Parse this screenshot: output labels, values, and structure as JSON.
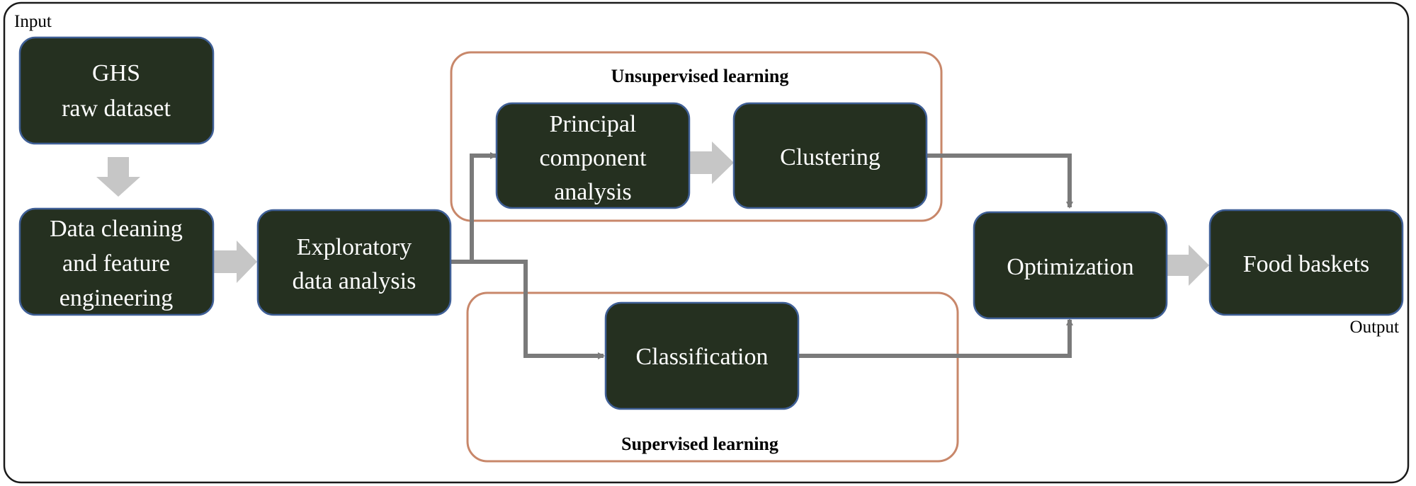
{
  "frame": {
    "input_label": "Input",
    "output_label": "Output"
  },
  "groups": {
    "unsupervised": {
      "label": "Unsupervised learning"
    },
    "supervised": {
      "label": "Supervised learning"
    }
  },
  "nodes": {
    "ghs": {
      "lines": [
        "GHS",
        "raw dataset"
      ]
    },
    "cleaning": {
      "lines": [
        "Data cleaning",
        "and feature",
        "engineering"
      ]
    },
    "eda": {
      "lines": [
        "Exploratory",
        "data analysis"
      ]
    },
    "pca": {
      "lines": [
        "Principal",
        "component",
        "analysis"
      ]
    },
    "clustering": {
      "lines": [
        "Clustering"
      ]
    },
    "classification": {
      "lines": [
        "Classification"
      ]
    },
    "optimization": {
      "lines": [
        "Optimization"
      ]
    },
    "baskets": {
      "lines": [
        "Food baskets"
      ]
    }
  },
  "colors": {
    "node_fill": "#253020",
    "node_border": "#3f5f96",
    "node_text": "#ffffff",
    "group_border": "#c8876a",
    "connector": "#7a7a7a",
    "block_arrow": "#c6c6c6",
    "frame_border": "#1a1a1a"
  }
}
